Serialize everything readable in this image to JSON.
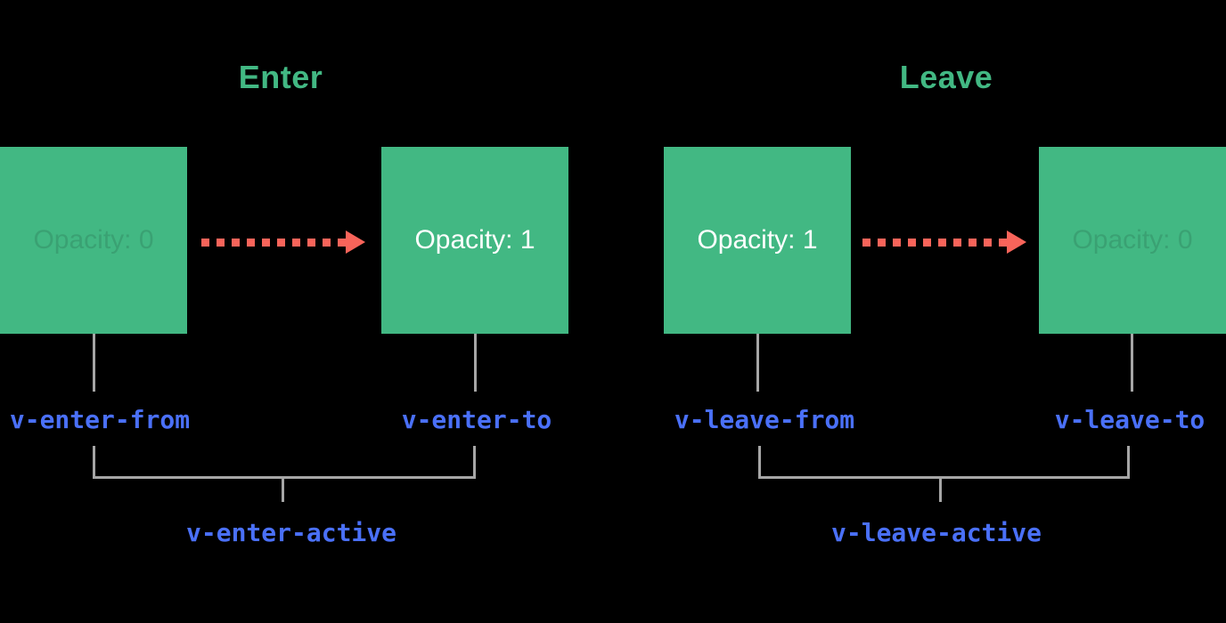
{
  "colors": {
    "background": "#000000",
    "green": "#42b883",
    "blue": "#4a70f8",
    "red": "#f8645a",
    "gray": "#a6a6a6",
    "white": "#ffffff"
  },
  "enter": {
    "title": "Enter",
    "from_box_label": "Opacity: 0",
    "to_box_label": "Opacity: 1",
    "from_class": "v-enter-from",
    "to_class": "v-enter-to",
    "active_class": "v-enter-active"
  },
  "leave": {
    "title": "Leave",
    "from_box_label": "Opacity: 1",
    "to_box_label": "Opacity: 0",
    "from_class": "v-leave-from",
    "to_class": "v-leave-to",
    "active_class": "v-leave-active"
  }
}
